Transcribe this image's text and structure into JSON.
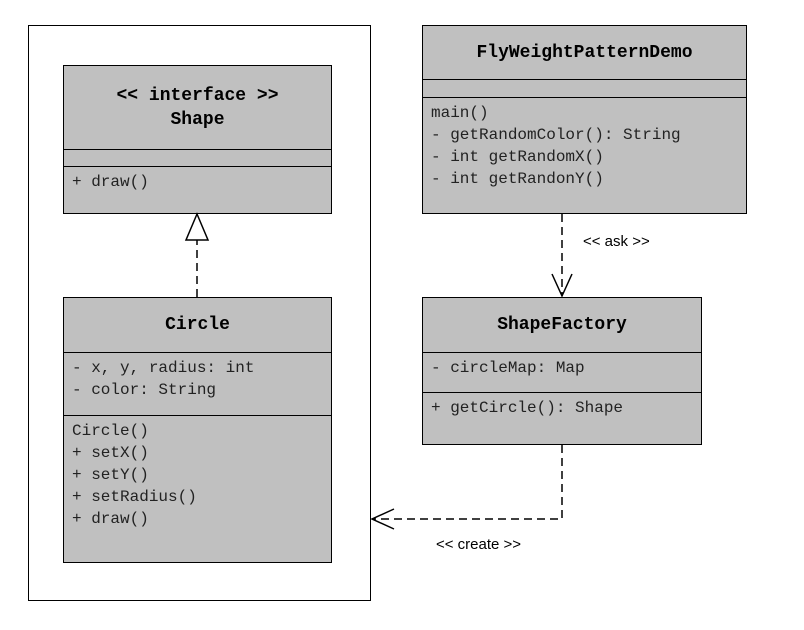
{
  "classes": {
    "shape": {
      "stereotype": "<< interface >>",
      "name": "Shape",
      "attributes": [],
      "methods": [
        "+ draw()"
      ]
    },
    "circle": {
      "name": "Circle",
      "attributes": [
        "- x, y, radius: int",
        "- color: String"
      ],
      "methods": [
        "Circle()",
        "+ setX()",
        "+ setY()",
        "+ setRadius()",
        "+ draw()"
      ]
    },
    "demo": {
      "name": "FlyWeightPatternDemo",
      "attributes": [],
      "methods": [
        "main()",
        "- getRandomColor(): String",
        "- int getRandomX()",
        "- int getRandonY()"
      ]
    },
    "factory": {
      "name": "ShapeFactory",
      "attributes": [
        "- circleMap: Map"
      ],
      "methods": [
        "+ getCircle(): Shape"
      ]
    }
  },
  "relations": {
    "ask_label": "<< ask >>",
    "create_label": "<< create >>"
  },
  "colors": {
    "class_fill": "#c0c0c0",
    "line": "#000000"
  }
}
